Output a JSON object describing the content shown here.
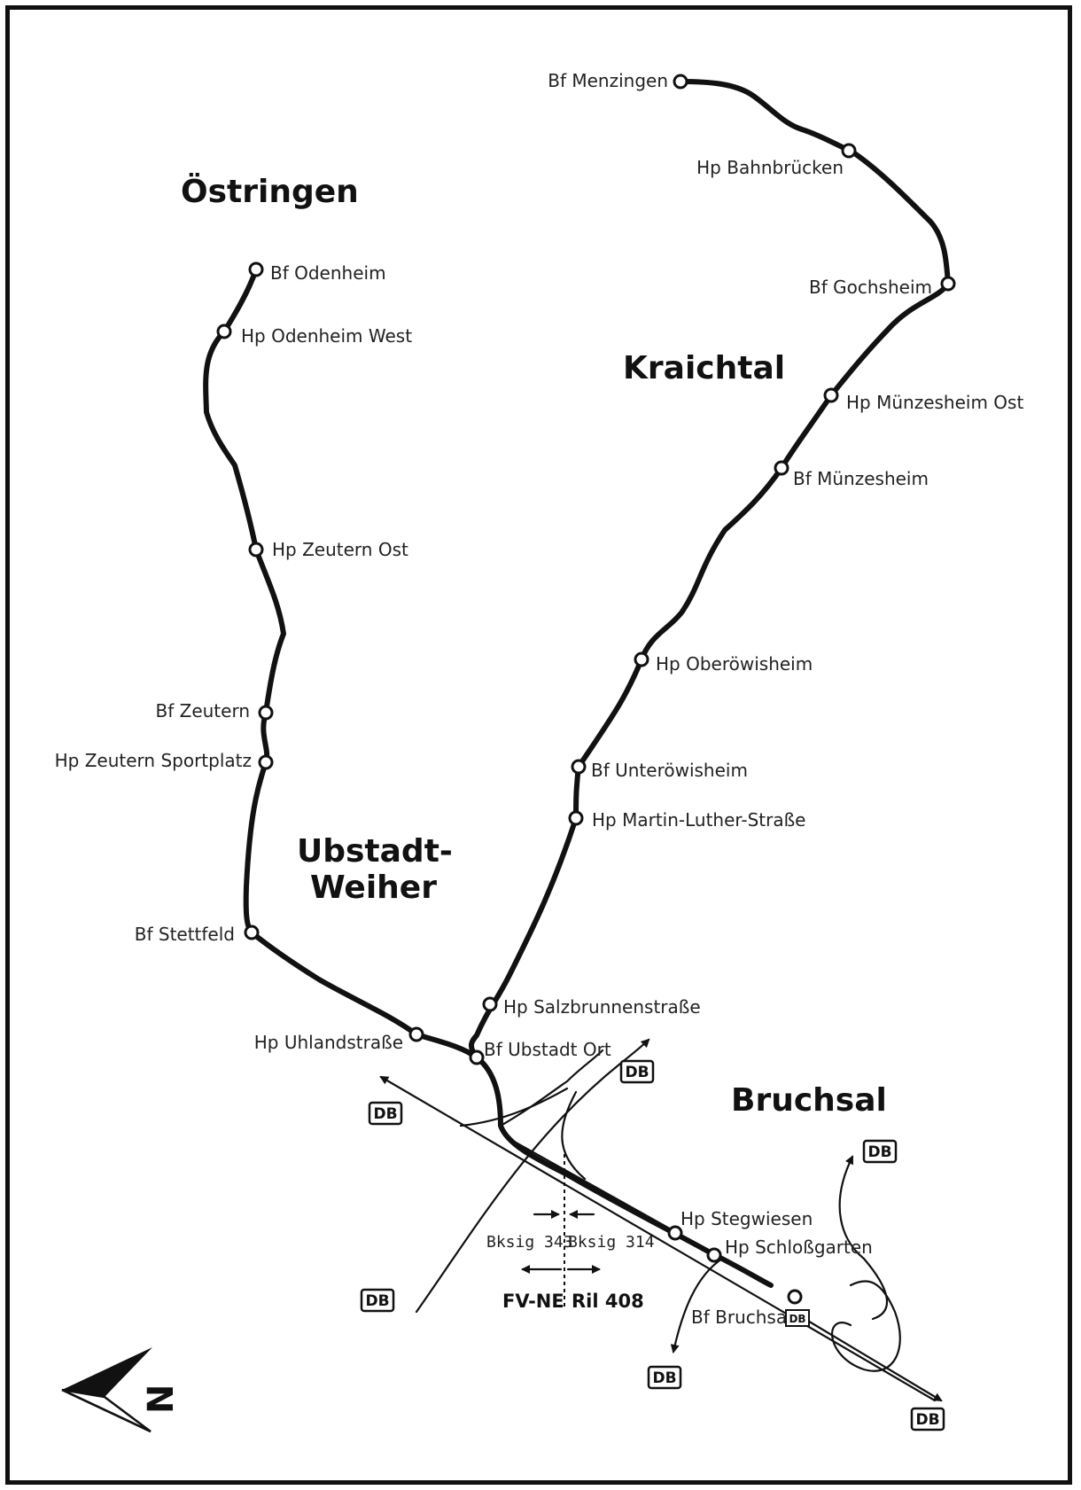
{
  "regions": {
    "oestringen": "Östringen",
    "kraichtal": "Kraichtal",
    "ubstadt_line1": "Ubstadt-",
    "ubstadt_line2": "Weiher",
    "bruchsal": "Bruchsal"
  },
  "stations": {
    "menzingen": "Bf Menzingen",
    "bahnbruecken": "Hp Bahnbrücken",
    "gochsheim": "Bf Gochsheim",
    "muenzesheim_ost": "Hp Münzesheim Ost",
    "muenzesheim": "Bf Münzesheim",
    "oberoewisheim": "Hp Oberöwisheim",
    "unteroewisheim": "Bf Unteröwisheim",
    "martin_luther": "Hp Martin-Luther-Straße",
    "salzbrunnen": "Hp Salzbrunnenstraße",
    "ubstadt_ort": "Bf Ubstadt Ort",
    "odenheim": "Bf Odenheim",
    "odenheim_west": "Hp Odenheim West",
    "zeutern_ost": "Hp Zeutern Ost",
    "zeutern": "Bf Zeutern",
    "zeutern_sportplatz": "Hp Zeutern Sportplatz",
    "stettfeld": "Bf Stettfeld",
    "uhlandstrasse": "Hp Uhlandstraße",
    "stegwiesen": "Hp Stegwiesen",
    "schlossgarten": "Hp Schloßgarten",
    "bruchsal": "Bf Bruchsal"
  },
  "signals": {
    "bksig_343": "Bksig 343",
    "bksig_314": "Bksig 314",
    "fv_ne": "FV-NE",
    "ril_408": "Ril 408"
  },
  "db_badge": "DB",
  "compass_letter": "N",
  "colors": {
    "ink": "#111111",
    "paper": "#ffffff"
  }
}
